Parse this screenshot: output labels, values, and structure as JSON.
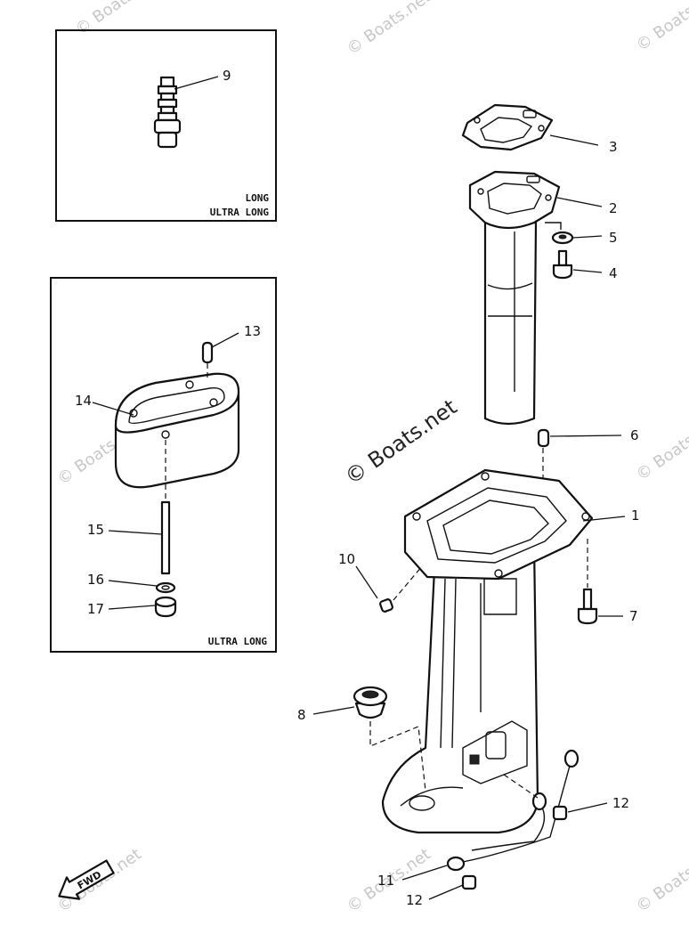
{
  "callouts": [
    "1",
    "2",
    "3",
    "4",
    "5",
    "6",
    "7",
    "8",
    "9",
    "10",
    "11",
    "12",
    "12",
    "13",
    "14",
    "15",
    "16",
    "17"
  ],
  "box_top": {
    "line1": "LONG",
    "line2": "ULTRA LONG"
  },
  "box_bottom": {
    "line1": "ULTRA LONG"
  },
  "fwd_arrow": "FWD",
  "watermark_main": "© Boats.net",
  "watermark_faint": "© Boats.net"
}
